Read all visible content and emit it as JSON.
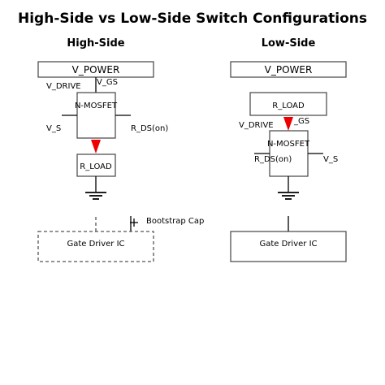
{
  "title": "High-Side vs Low-Side Switch Configurations",
  "high_side": {
    "heading": "High-Side",
    "power": "V_POWER",
    "drive": "V_DRIVE",
    "gs": "V_GS",
    "mosfet": "N-MOSFET",
    "vs": "V_S",
    "rds": "R_DS(on)",
    "load": "R_LOAD",
    "bootstrap": "Bootstrap Cap",
    "driver": "Gate Driver IC"
  },
  "low_side": {
    "heading": "Low-Side",
    "power": "V_POWER",
    "load": "R_LOAD",
    "drive": "V_DRIVE",
    "gs": "_GS",
    "mosfet": "N-MOSFET",
    "rds": "R_DS(on)",
    "vs": "V_S",
    "driver": "Gate Driver IC"
  },
  "colors": {
    "arrow": "#ee0000",
    "box_stroke": "#444444"
  }
}
